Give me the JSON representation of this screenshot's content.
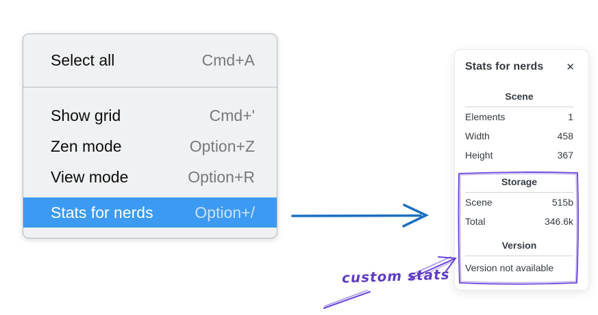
{
  "context_menu": {
    "items_top": [
      {
        "label": "Select all",
        "shortcut": "Cmd+A"
      }
    ],
    "items_bottom": [
      {
        "label": "Show grid",
        "shortcut": "Cmd+'"
      },
      {
        "label": "Zen mode",
        "shortcut": "Option+Z"
      },
      {
        "label": "View mode",
        "shortcut": "Option+R"
      },
      {
        "label": "Stats for nerds",
        "shortcut": "Option+/"
      }
    ],
    "highlighted_item": "Stats for nerds",
    "highlight_color": "#3d9af2"
  },
  "stats_panel": {
    "title": "Stats for nerds",
    "close_icon": "✕",
    "scene_section": {
      "header": "Scene",
      "rows": [
        {
          "label": "Elements",
          "value": "1"
        },
        {
          "label": "Width",
          "value": "458"
        },
        {
          "label": "Height",
          "value": "367"
        }
      ]
    },
    "storage_section": {
      "header": "Storage",
      "rows": [
        {
          "label": "Scene",
          "value": "515b"
        },
        {
          "label": "Total",
          "value": "346.6k"
        }
      ]
    },
    "version_section": {
      "header": "Version",
      "note": "Version not available"
    }
  },
  "annotations": {
    "custom_stats_label": "custom stats",
    "purple_color": "#6741d9",
    "blue_arrow_color": "#1c6fc0"
  }
}
